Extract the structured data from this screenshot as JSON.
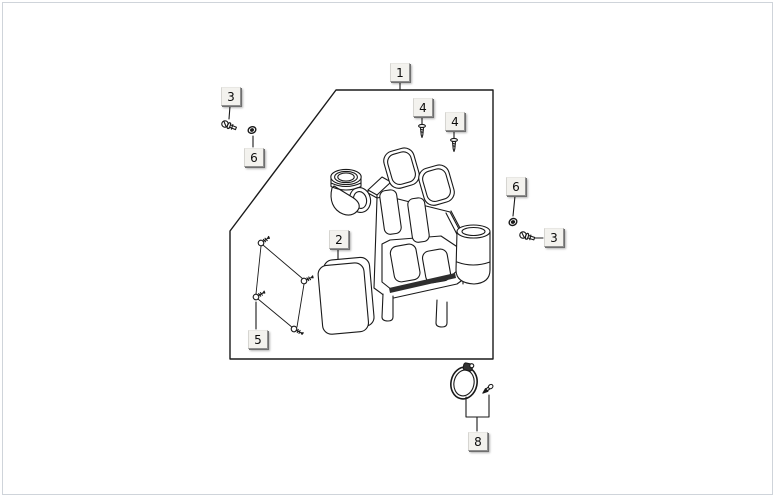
{
  "colors": {
    "line": "#1a1a1a",
    "callout_face": "#f3f2ee",
    "callout_border": "#8f8f8f",
    "callout_shadow": "#6f6f6f",
    "page_border": "#cfd4da",
    "hatch": "#2e2e2e"
  },
  "diagram": {
    "kind": "exploded-parts-diagram",
    "callouts": {
      "c1": {
        "label": "1"
      },
      "c2": {
        "label": "2"
      },
      "c3a": {
        "label": "3"
      },
      "c3b": {
        "label": "3"
      },
      "c4a": {
        "label": "4"
      },
      "c4b": {
        "label": "4"
      },
      "c5": {
        "label": "5"
      },
      "c6a": {
        "label": "6"
      },
      "c6b": {
        "label": "6"
      },
      "c8": {
        "label": "8"
      }
    },
    "icons": {
      "p2": "air-filter-icon",
      "p3": "screw-icon",
      "p4": "screw-icon",
      "p5": "screw-icon",
      "p6": "grommet-icon",
      "p8": "hose-clamp-icon"
    }
  }
}
